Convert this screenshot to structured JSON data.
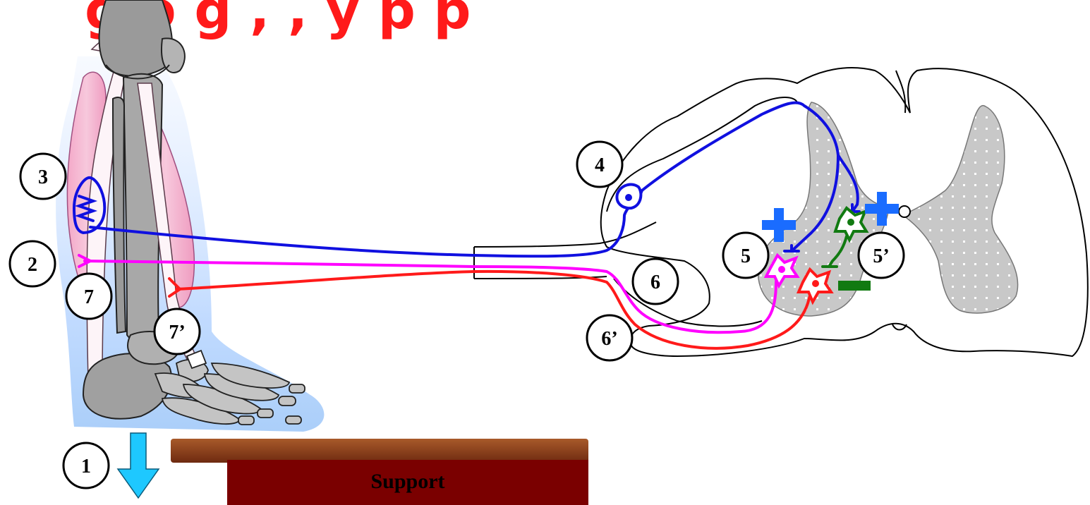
{
  "title": "g  o   g     , ,       y    p  p",
  "labels": {
    "n1": "1",
    "n2": "2",
    "n3": "3",
    "n4": "4",
    "n5": "5",
    "n5p": "5’",
    "n6": "6",
    "n6p": "6’",
    "n7": "7",
    "n7p": "7’"
  },
  "support": {
    "label": "Support"
  },
  "colors": {
    "title": "#ff1a1a",
    "sensory_afferent": "#1010e0",
    "motor_extensor": "#ff00ff",
    "motor_flexor": "#ff1a1a",
    "interneuron": "#117a11",
    "excitatory_sign": "#1a6cff",
    "inhibitory_sign": "#117a11",
    "gray_matter": "#c8c8c8",
    "support_top": "#8b3a1a",
    "support_body": "#7a0000",
    "force_arrow": "#1ec8ff"
  },
  "signs": {
    "excitatory": "plus-sign",
    "inhibitory": "minus-sign"
  }
}
